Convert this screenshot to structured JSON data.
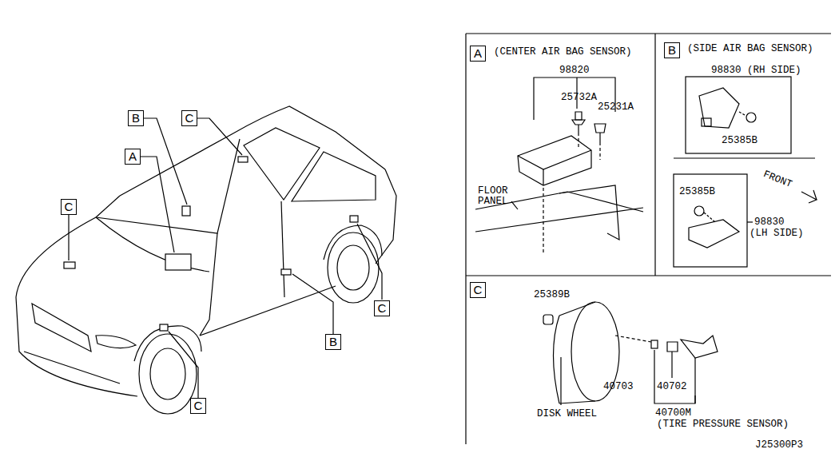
{
  "diagram": {
    "nodes": [
      {
        "text": [
          "B"
        ]
      },
      {
        "text": [
          "C"
        ]
      },
      {
        "text": [
          "A"
        ]
      },
      {
        "text": [
          "C"
        ]
      },
      {
        "text": [
          "C"
        ]
      },
      {
        "text": [
          "B"
        ]
      },
      {
        "text": [
          "C"
        ]
      },
      {
        "text": [
          "A"
        ]
      },
      {
        "text": [
          "B"
        ]
      },
      {
        "text": [
          "C"
        ]
      }
    ],
    "labels": [
      "(CENTER AIR BAG SENSOR)",
      "98820",
      "25732A",
      "25231A",
      "FLOOR PANEL",
      "(SIDE AIR BAG SENSOR)",
      "98830 (RH SIDE)",
      "25385B",
      "FRONT",
      "25385B",
      "98830",
      "(LH SIDE)",
      "25389B",
      "DISK WHEEL",
      "40703",
      "40702",
      "40700M",
      "(TIRE PRESSURE SENSOR)",
      "J25300P3"
    ]
  }
}
